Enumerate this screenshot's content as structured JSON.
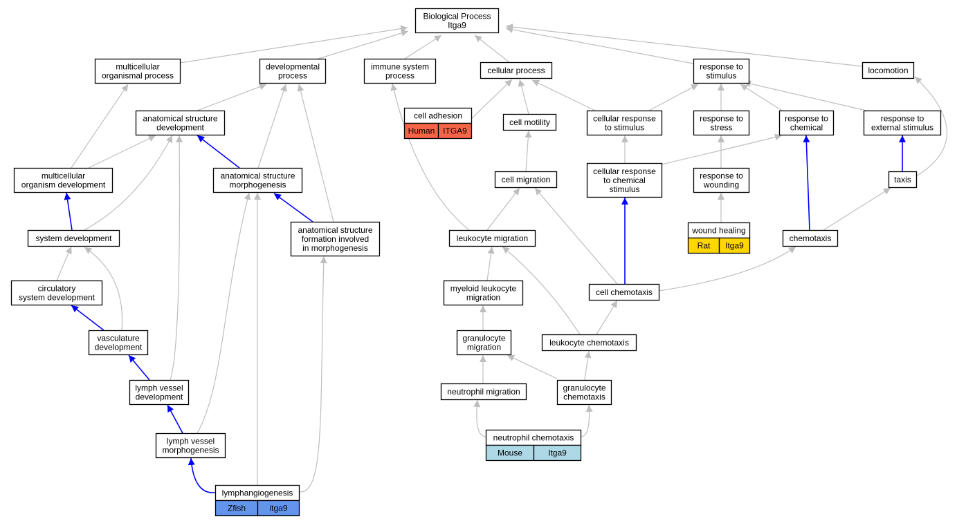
{
  "diagram": {
    "root_title": "Biological Process",
    "root_gene": "Itga9",
    "colors": {
      "gray_edge": "#bebebe",
      "blue_edge": "#0000ff",
      "human": "#f46448",
      "rat": "#ffd700",
      "mouse": "#add8e6",
      "zfish": "#6495ed"
    },
    "nodes": [
      {
        "id": "bp",
        "lines": [
          "Biological Process",
          "Itga9"
        ]
      },
      {
        "id": "mop",
        "lines": [
          "multicellular",
          "organismal process"
        ]
      },
      {
        "id": "devp",
        "lines": [
          "developmental",
          "process"
        ]
      },
      {
        "id": "imm",
        "lines": [
          "immune system",
          "process"
        ]
      },
      {
        "id": "cellp",
        "lines": [
          "cellular process"
        ]
      },
      {
        "id": "resp",
        "lines": [
          "response to",
          "stimulus"
        ]
      },
      {
        "id": "loco",
        "lines": [
          "locomotion"
        ]
      },
      {
        "id": "asd",
        "lines": [
          "anatomical structure",
          "development"
        ]
      },
      {
        "id": "adh",
        "lines": [
          "cell adhesion"
        ],
        "species": "Human",
        "gene": "ITGA9"
      },
      {
        "id": "cmot",
        "lines": [
          "cell motility"
        ]
      },
      {
        "id": "crs",
        "lines": [
          "cellular response",
          "to stimulus"
        ]
      },
      {
        "id": "rstress",
        "lines": [
          "response to",
          "stress"
        ]
      },
      {
        "id": "rchem",
        "lines": [
          "response to",
          "chemical"
        ]
      },
      {
        "id": "rext",
        "lines": [
          "response to",
          "external stimulus"
        ]
      },
      {
        "id": "mod",
        "lines": [
          "multicellular",
          "organism development"
        ]
      },
      {
        "id": "asm",
        "lines": [
          "anatomical structure",
          "morphogenesis"
        ]
      },
      {
        "id": "cmig",
        "lines": [
          "cell migration"
        ]
      },
      {
        "id": "crcs",
        "lines": [
          "cellular response",
          "to chemical",
          "stimulus"
        ]
      },
      {
        "id": "rwound",
        "lines": [
          "response to",
          "wounding"
        ]
      },
      {
        "id": "taxis",
        "lines": [
          "taxis"
        ]
      },
      {
        "id": "sysdev",
        "lines": [
          "system development"
        ]
      },
      {
        "id": "asf",
        "lines": [
          "anatomical structure",
          "formation involved",
          "in morphogenesis"
        ]
      },
      {
        "id": "lmig",
        "lines": [
          "leukocyte migration"
        ]
      },
      {
        "id": "wound",
        "lines": [
          "wound healing"
        ],
        "species": "Rat",
        "gene": "Itga9"
      },
      {
        "id": "chemo",
        "lines": [
          "chemotaxis"
        ]
      },
      {
        "id": "circ",
        "lines": [
          "circulatory",
          "system development"
        ]
      },
      {
        "id": "mlm",
        "lines": [
          "myeloid leukocyte",
          "migration"
        ]
      },
      {
        "id": "cchemo",
        "lines": [
          "cell chemotaxis"
        ]
      },
      {
        "id": "vasc",
        "lines": [
          "vasculature",
          "development"
        ]
      },
      {
        "id": "gmig",
        "lines": [
          "granulocyte",
          "migration"
        ]
      },
      {
        "id": "lchemo",
        "lines": [
          "leukocyte chemotaxis"
        ]
      },
      {
        "id": "lvd",
        "lines": [
          "lymph vessel",
          "development"
        ]
      },
      {
        "id": "nmig",
        "lines": [
          "neutrophil migration"
        ]
      },
      {
        "id": "gchemo",
        "lines": [
          "granulocyte",
          "chemotaxis"
        ]
      },
      {
        "id": "lvm",
        "lines": [
          "lymph vessel",
          "morphogenesis"
        ]
      },
      {
        "id": "nchemo",
        "lines": [
          "neutrophil chemotaxis"
        ],
        "species": "Mouse",
        "gene": "Itga9"
      },
      {
        "id": "lymph",
        "lines": [
          "lymphangiogenesis"
        ],
        "species": "Zfish",
        "gene": "itga9"
      }
    ],
    "edges": [
      {
        "from": "mop",
        "to": "bp",
        "kind": "gray"
      },
      {
        "from": "devp",
        "to": "bp",
        "kind": "gray"
      },
      {
        "from": "imm",
        "to": "bp",
        "kind": "gray"
      },
      {
        "from": "cellp",
        "to": "bp",
        "kind": "gray"
      },
      {
        "from": "resp",
        "to": "bp",
        "kind": "gray"
      },
      {
        "from": "loco",
        "to": "bp",
        "kind": "gray"
      },
      {
        "from": "mod",
        "to": "mop",
        "kind": "gray"
      },
      {
        "from": "asd",
        "to": "devp",
        "kind": "gray"
      },
      {
        "from": "asm",
        "to": "devp",
        "kind": "gray"
      },
      {
        "from": "asf",
        "to": "devp",
        "kind": "gray"
      },
      {
        "from": "lmig",
        "to": "imm",
        "kind": "gray"
      },
      {
        "from": "adh",
        "to": "cellp",
        "kind": "gray"
      },
      {
        "from": "cmot",
        "to": "cellp",
        "kind": "gray"
      },
      {
        "from": "crs",
        "to": "cellp",
        "kind": "gray"
      },
      {
        "from": "crs",
        "to": "resp",
        "kind": "gray"
      },
      {
        "from": "rstress",
        "to": "resp",
        "kind": "gray"
      },
      {
        "from": "rchem",
        "to": "resp",
        "kind": "gray"
      },
      {
        "from": "rext",
        "to": "resp",
        "kind": "gray"
      },
      {
        "from": "taxis",
        "to": "loco",
        "kind": "gray"
      },
      {
        "from": "mod",
        "to": "asd",
        "kind": "gray"
      },
      {
        "from": "sysdev",
        "to": "asd",
        "kind": "gray"
      },
      {
        "from": "lvd",
        "to": "asd",
        "kind": "gray"
      },
      {
        "from": "asm",
        "to": "asd",
        "kind": "blue"
      },
      {
        "from": "sysdev",
        "to": "mod",
        "kind": "blue"
      },
      {
        "from": "lvm",
        "to": "asm",
        "kind": "gray"
      },
      {
        "from": "lymph",
        "to": "asm",
        "kind": "gray"
      },
      {
        "from": "asf",
        "to": "asm",
        "kind": "blue"
      },
      {
        "from": "cmig",
        "to": "cmot",
        "kind": "gray"
      },
      {
        "from": "crcs",
        "to": "crs",
        "kind": "gray"
      },
      {
        "from": "crcs",
        "to": "rchem",
        "kind": "gray"
      },
      {
        "from": "rwound",
        "to": "rstress",
        "kind": "gray"
      },
      {
        "from": "chemo",
        "to": "rchem",
        "kind": "blue"
      },
      {
        "from": "taxis",
        "to": "rext",
        "kind": "blue"
      },
      {
        "from": "lmig",
        "to": "cmig",
        "kind": "gray"
      },
      {
        "from": "cchemo",
        "to": "cmig",
        "kind": "gray"
      },
      {
        "from": "cchemo",
        "to": "crcs",
        "kind": "blue"
      },
      {
        "from": "wound",
        "to": "rwound",
        "kind": "gray"
      },
      {
        "from": "chemo",
        "to": "taxis",
        "kind": "gray"
      },
      {
        "from": "circ",
        "to": "sysdev",
        "kind": "gray"
      },
      {
        "from": "vasc",
        "to": "sysdev",
        "kind": "gray"
      },
      {
        "from": "lymph",
        "to": "asf",
        "kind": "gray"
      },
      {
        "from": "mlm",
        "to": "lmig",
        "kind": "gray"
      },
      {
        "from": "lchemo",
        "to": "lmig",
        "kind": "gray"
      },
      {
        "from": "cchemo",
        "to": "chemo",
        "kind": "gray"
      },
      {
        "from": "vasc",
        "to": "circ",
        "kind": "blue"
      },
      {
        "from": "gmig",
        "to": "mlm",
        "kind": "gray"
      },
      {
        "from": "lchemo",
        "to": "cchemo",
        "kind": "gray"
      },
      {
        "from": "lvd",
        "to": "vasc",
        "kind": "blue"
      },
      {
        "from": "nmig",
        "to": "gmig",
        "kind": "gray"
      },
      {
        "from": "gchemo",
        "to": "gmig",
        "kind": "gray"
      },
      {
        "from": "gchemo",
        "to": "lchemo",
        "kind": "gray"
      },
      {
        "from": "lvm",
        "to": "lvd",
        "kind": "blue"
      },
      {
        "from": "nchemo",
        "to": "nmig",
        "kind": "gray"
      },
      {
        "from": "nchemo",
        "to": "gchemo",
        "kind": "gray"
      },
      {
        "from": "lymph",
        "to": "lvm",
        "kind": "blue"
      }
    ]
  }
}
